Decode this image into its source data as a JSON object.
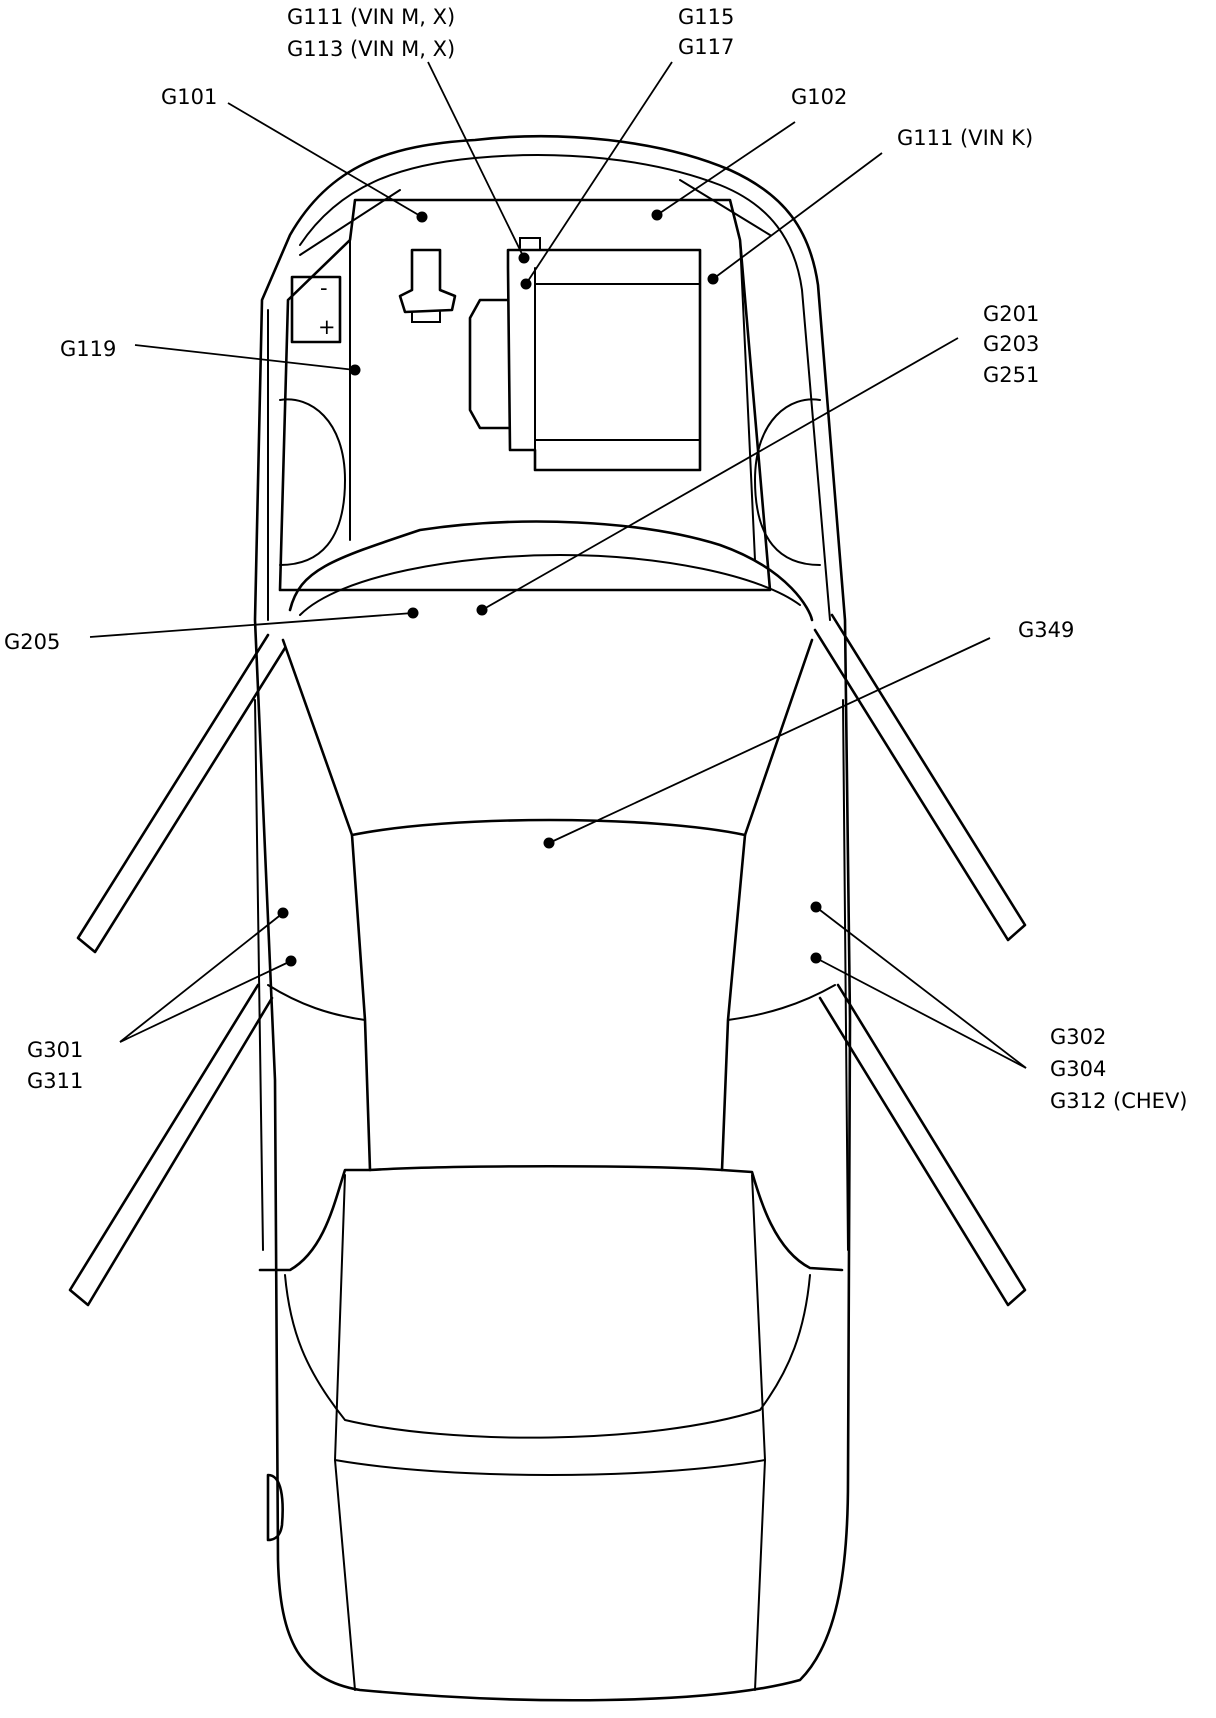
{
  "battery": {
    "minus": "-",
    "plus": "+"
  },
  "labels": {
    "g111_vin_mx": "G111 (VIN M, X)",
    "g113_vin_mx": "G113 (VIN M, X)",
    "g115": "G115",
    "g117": "G117",
    "g101": "G101",
    "g102": "G102",
    "g111_vin_k": "G111 (VIN K)",
    "g119": "G119",
    "g201": "G201",
    "g203": "G203",
    "g251": "G251",
    "g205": "G205",
    "g349": "G349",
    "g301": "G301",
    "g311": "G311",
    "g302": "G302",
    "g304": "G304",
    "g312_chev": "G312 (CHEV)"
  }
}
